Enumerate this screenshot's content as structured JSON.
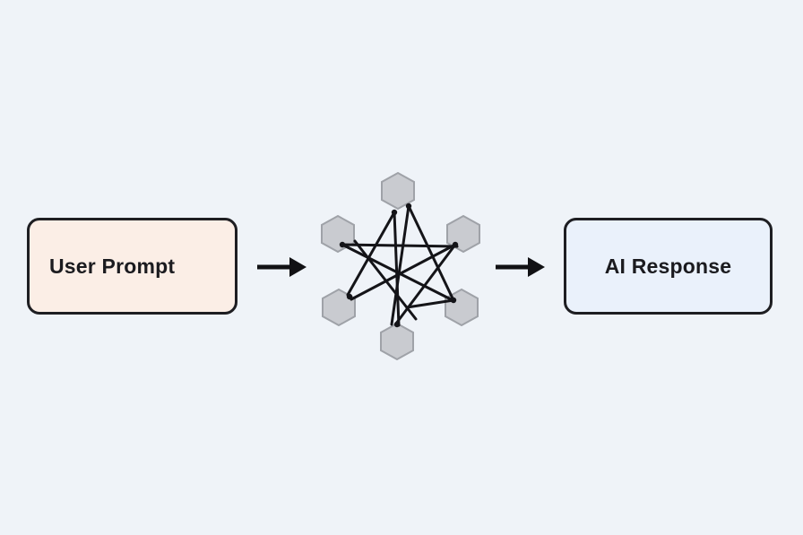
{
  "input": {
    "label": "User Prompt"
  },
  "output": {
    "label": "AI Response"
  },
  "colors": {
    "background": "#eff3f8",
    "input_fill": "#fbeee6",
    "output_fill": "#eaf1fb",
    "hexagon_fill": "#c9cbd0",
    "hexagon_stroke": "#9fa2a8",
    "line": "#141418"
  },
  "network": {
    "node_count": 6,
    "icon": "neural-network-icon"
  }
}
